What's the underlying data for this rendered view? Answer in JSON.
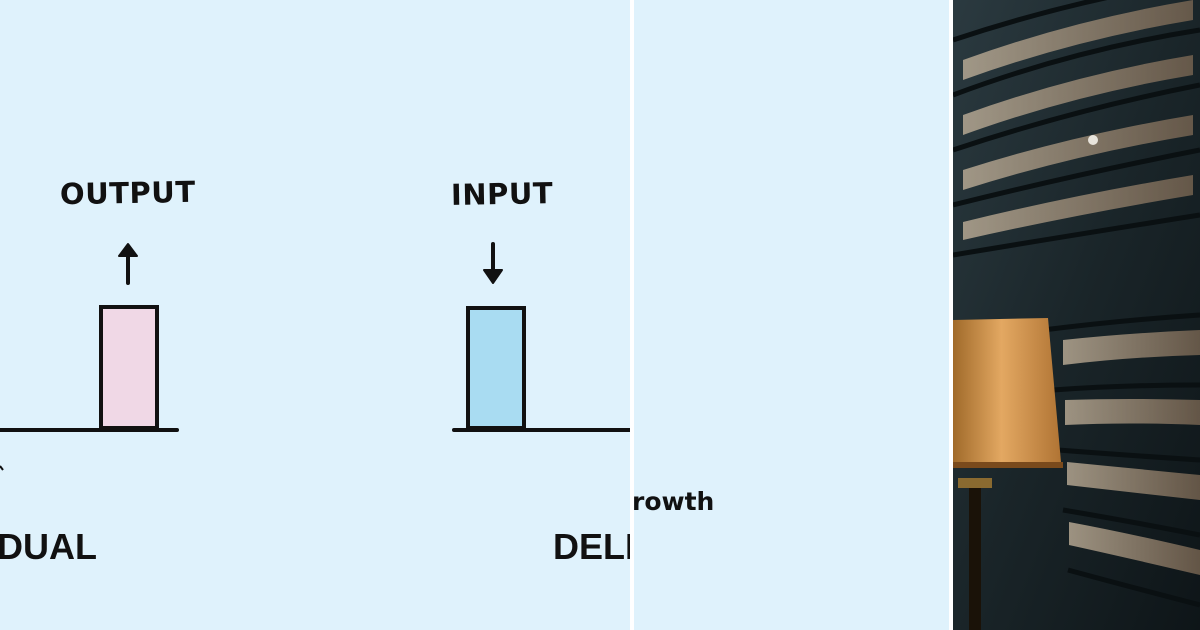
{
  "diagram": {
    "labels": {
      "output": "OUTPUT",
      "input": "INPUT",
      "individual_fragment": "DUAL",
      "delegation_fragment": "DELE",
      "growth_fragment": "rowth"
    },
    "colors": {
      "background": "#dff2fc",
      "output_bar": "#f0d8e6",
      "input_bar": "#a9dcf2",
      "stroke": "#111111",
      "divider": "#ffffff"
    },
    "arrows": {
      "output": "up-arrow-icon",
      "input": "down-arrow-icon"
    }
  },
  "photo": {
    "subject": "library-bookshelves-with-lamp"
  }
}
